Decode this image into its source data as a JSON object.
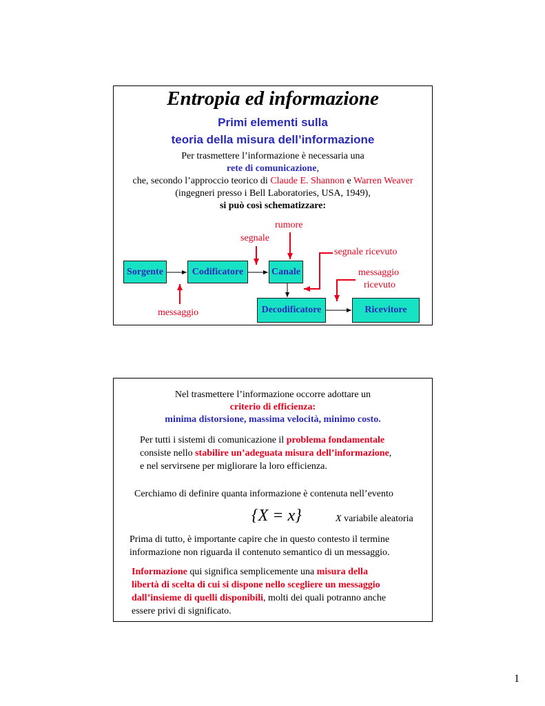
{
  "slide1": {
    "title": "Entropia ed informazione",
    "subtitle_line1": "Primi elementi sulla",
    "subtitle_line2": "teoria della misura dell’informazione",
    "line1": "Per trasmettere l’informazione è necessaria una",
    "line2": "rete di comunicazione",
    "line2_comma": ",",
    "line3_a": "che, secondo l’approccio teorico di ",
    "line3_b": "Claude E. Shannon",
    "line3_c": " e ",
    "line3_d": "Warren Weaver",
    "line4": "(ingegneri presso i Bell Laboratories, USA, 1949),",
    "line5": "si può così schematizzare:",
    "diagram": {
      "boxes": {
        "sorgente": "Sorgente",
        "codificatore": "Codificatore",
        "canale": "Canale",
        "decodificatore": "Decodificatore",
        "ricevitore": "Ricevitore"
      },
      "labels": {
        "rumore": "rumore",
        "segnale": "segnale",
        "segnale_ricevuto": "segnale ricevuto",
        "messaggio_ricevuto_1": "messaggio",
        "messaggio_ricevuto_2": "ricevuto",
        "messaggio": "messaggio"
      },
      "colors": {
        "box_fill": "#17e3c4",
        "box_text": "#2a2ab8",
        "label": "#e8001c"
      }
    }
  },
  "slide2": {
    "p1_line1": "Nel trasmettere l’informazione occorre adottare un",
    "p1_line2": "criterio di efficienza:",
    "p1_line3": "minima distorsione, massima velocità, minimo costo.",
    "p2_a": "Per tutti i sistemi di comunicazione il ",
    "p2_b": "problema fondamentale",
    "p2_c": "consiste nello ",
    "p2_d": "stabilire un’adeguata misura dell’informazione",
    "p2_e": ",",
    "p2_f": "e nel servirsene per migliorare la loro efficienza.",
    "p3": "Cerchiamo di definire quanta informazione è contenuta nell’evento",
    "formula": "{X = x}",
    "formula_note_var": "X",
    "formula_note_rest": " variabile aleatoria",
    "p4_line1": "Prima di tutto, è importante capire che in questo contesto il termine",
    "p4_line2": "informazione non riguarda il contenuto semantico di un messaggio.",
    "p5_a": "Informazione",
    "p5_b": " qui significa semplicemente una ",
    "p5_c": "misura della",
    "p5_d": "libertà di scelta di cui si dispone nello scegliere un messaggio",
    "p5_e": "dall’insieme di quelli disponibili",
    "p5_f": ", molti dei quali potranno anche",
    "p5_g": "essere privi di significato."
  },
  "page_number": "1",
  "colors": {
    "blue": "#2a2ab8",
    "red": "#e8001c"
  }
}
